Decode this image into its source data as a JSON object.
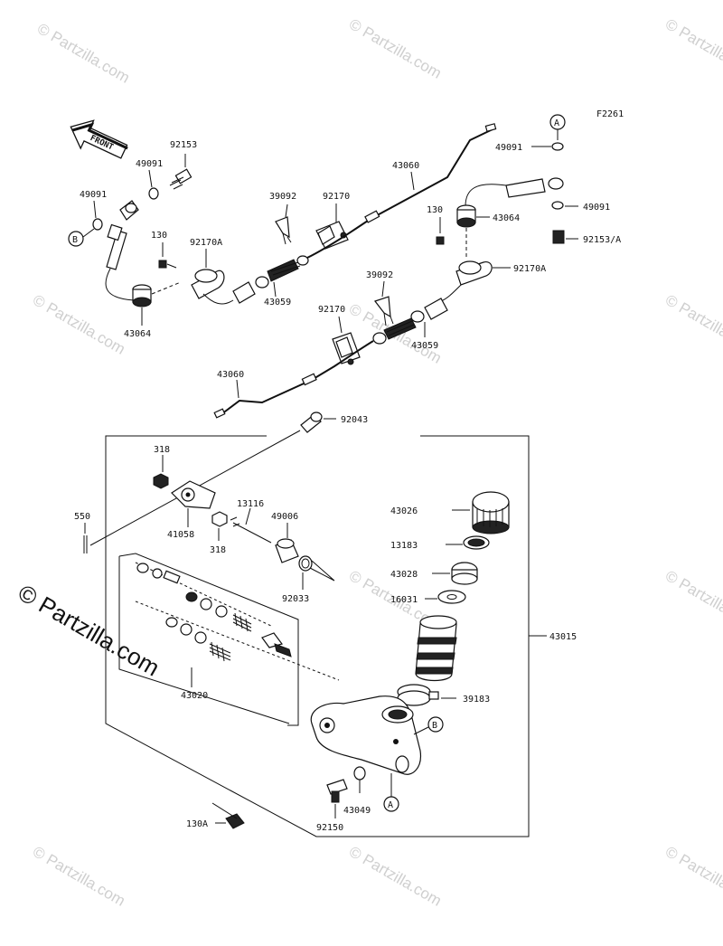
{
  "watermark": {
    "tile_text": "© Partzilla.com",
    "main_text": "© Partzilla.com"
  },
  "diagram": {
    "figure_code": "F2261",
    "front_label": "FRONT",
    "ref_markers": {
      "a": "A",
      "b": "B"
    },
    "part_labels": {
      "l92153": "92153",
      "l49091_left_top": "49091",
      "l49091_left": "49091",
      "l130_left": "130",
      "l92170a_left": "92170A",
      "l43064_left": "43064",
      "l43059_left": "43059",
      "l39092_top": "39092",
      "l92170_top": "92170",
      "l43060_top": "43060",
      "l49091_right_top": "49091",
      "l49091_right": "49091",
      "l43064_right": "43064",
      "l130_right": "130",
      "l92153a": "92153/A",
      "l92170a_right": "92170A",
      "l39092_mid": "39092",
      "l92170_mid": "92170",
      "l43059_mid": "43059",
      "l43060_mid": "43060",
      "l92043": "92043",
      "l318_top": "318",
      "l550": "550",
      "l41058": "41058",
      "l318_bottom": "318",
      "l13116": "13116",
      "l49006": "49006",
      "l92033": "92033",
      "l43026": "43026",
      "l13183": "13183",
      "l43028": "43028",
      "l16031": "16031",
      "l43015": "43015",
      "l39183": "39183",
      "l43020": "43020",
      "l43049": "43049",
      "l92150": "92150",
      "l130a": "130A"
    }
  }
}
